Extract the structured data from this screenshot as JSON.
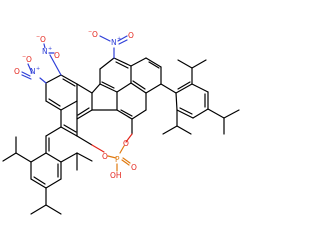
{
  "atoms": {
    "nitro_top_N": "N",
    "nitro_top_N_charge": "+",
    "nitro_top_O_minus": "O",
    "nitro_top_O_minus_charge": "−",
    "nitro_top_O": "O",
    "nitro_left_N": "N",
    "nitro_left_N_charge": "+",
    "nitro_left_O_minus": "O",
    "nitro_left_O_minus_charge": "−",
    "nitro_left_O": "O",
    "nitro_mid_N": "N",
    "nitro_mid_N_charge": "+",
    "nitro_mid_O_minus": "O",
    "nitro_mid_O_minus_charge": "−",
    "nitro_mid_O": "O",
    "ring_O_left": "O",
    "ring_O_right": "O",
    "phosphorus": "P",
    "hydroxyl": "OH",
    "phosphoryl_O": "O"
  },
  "colors": {
    "carbon_bond": "#000000",
    "nitrogen": "#2f3fd8",
    "oxygen": "#e3241b",
    "phosphorus": "#e07a10",
    "background": "#ffffff"
  }
}
